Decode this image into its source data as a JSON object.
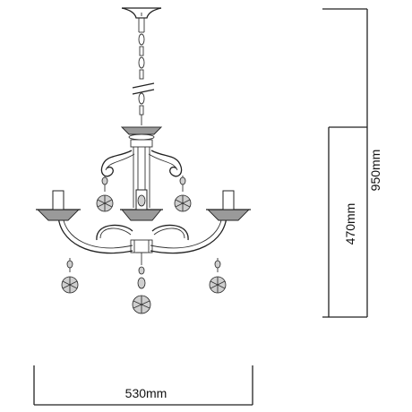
{
  "dimensions": {
    "width_label": "530mm",
    "height_label": "950mm",
    "body_height_label": "470mm"
  },
  "colors": {
    "line": "#222222",
    "background": "#ffffff"
  }
}
